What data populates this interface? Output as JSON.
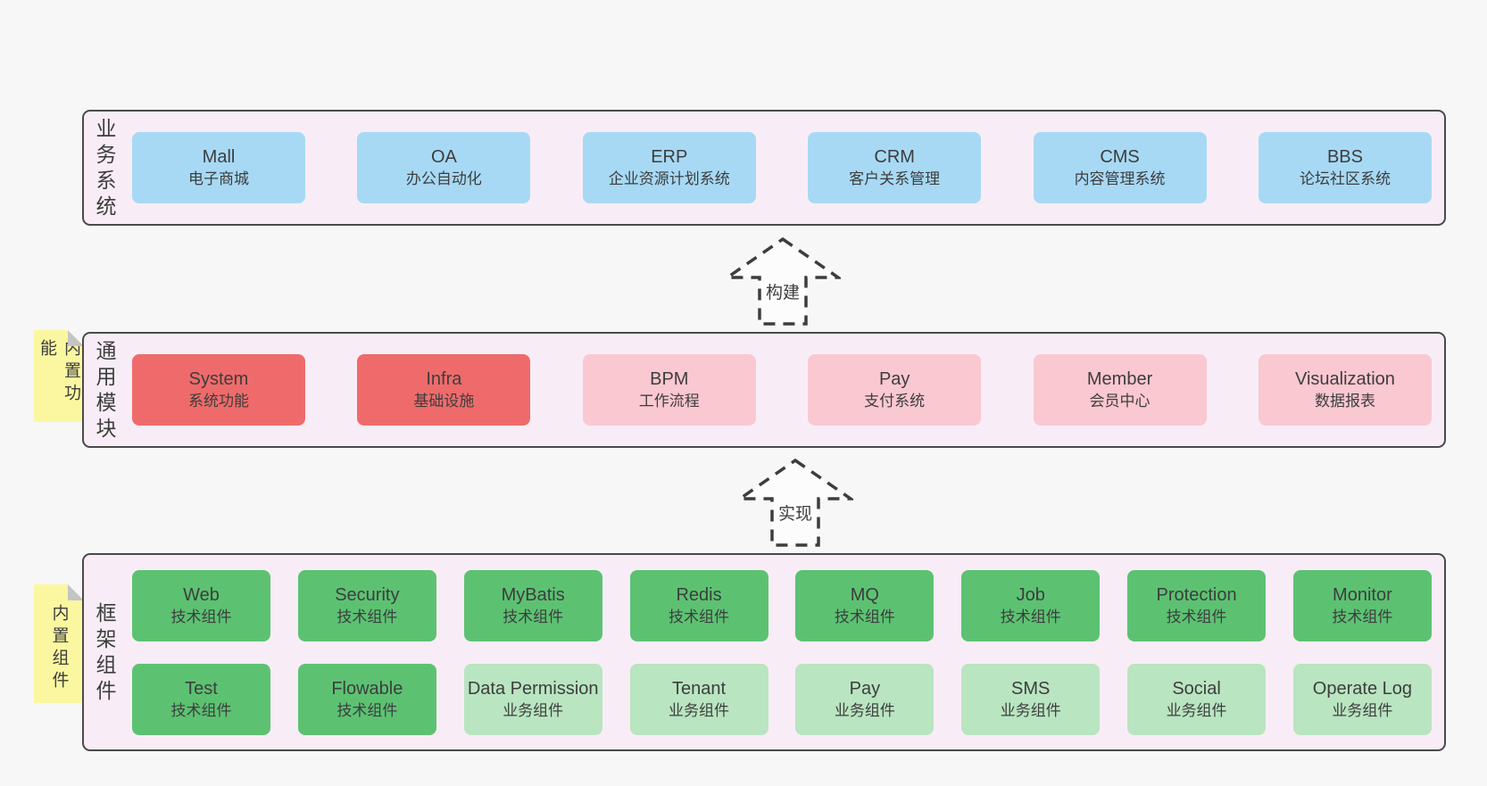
{
  "colors": {
    "page_bg": "#f7f7f7",
    "panel_bg": "#f8edf6",
    "panel_border": "#4a4a4a",
    "business_box": "#a7d9f5",
    "module_core_box": "#ef6b6b",
    "module_other_box": "#fac8d1",
    "component_tech_box": "#5cc272",
    "component_biz_box": "#b9e5c1",
    "sticky_note": "#fbf7a1",
    "note_fold": "#c4c4c4",
    "text": "#3d3d3d"
  },
  "business": {
    "label": "业务系统",
    "items": [
      {
        "name": "Mall",
        "desc": "电子商城"
      },
      {
        "name": "OA",
        "desc": "办公自动化"
      },
      {
        "name": "ERP",
        "desc": "企业资源计划系统"
      },
      {
        "name": "CRM",
        "desc": "客户关系管理"
      },
      {
        "name": "CMS",
        "desc": "内容管理系统"
      },
      {
        "name": "BBS",
        "desc": "论坛社区系统"
      }
    ]
  },
  "arrow_build": {
    "label": "构建"
  },
  "modules": {
    "label": "通用模块",
    "note": "内置功能",
    "items": [
      {
        "name": "System",
        "desc": "系统功能"
      },
      {
        "name": "Infra",
        "desc": "基础设施"
      },
      {
        "name": "BPM",
        "desc": "工作流程"
      },
      {
        "name": "Pay",
        "desc": "支付系统"
      },
      {
        "name": "Member",
        "desc": "会员中心"
      },
      {
        "name": "Visualization",
        "desc": "数据报表"
      }
    ]
  },
  "arrow_implement": {
    "label": "实现"
  },
  "components": {
    "label": "框架组件",
    "note": "内置组件",
    "row1": [
      {
        "name": "Web",
        "desc": "技术组件"
      },
      {
        "name": "Security",
        "desc": "技术组件"
      },
      {
        "name": "MyBatis",
        "desc": "技术组件"
      },
      {
        "name": "Redis",
        "desc": "技术组件"
      },
      {
        "name": "MQ",
        "desc": "技术组件"
      },
      {
        "name": "Job",
        "desc": "技术组件"
      },
      {
        "name": "Protection",
        "desc": "技术组件"
      },
      {
        "name": "Monitor",
        "desc": "技术组件"
      }
    ],
    "row2": [
      {
        "name": "Test",
        "desc": "技术组件"
      },
      {
        "name": "Flowable",
        "desc": "技术组件"
      },
      {
        "name": "Data Permission",
        "desc": "业务组件"
      },
      {
        "name": "Tenant",
        "desc": "业务组件"
      },
      {
        "name": "Pay",
        "desc": "业务组件"
      },
      {
        "name": "SMS",
        "desc": "业务组件"
      },
      {
        "name": "Social",
        "desc": "业务组件"
      },
      {
        "name": "Operate Log",
        "desc": "业务组件"
      }
    ]
  }
}
